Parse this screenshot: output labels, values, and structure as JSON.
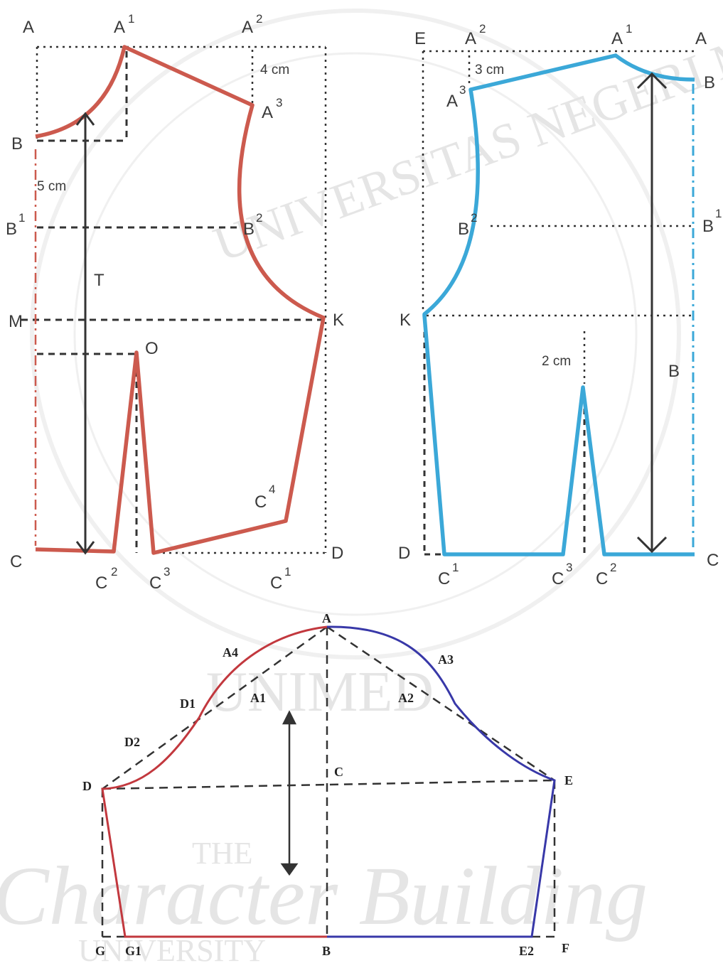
{
  "colors": {
    "front_outline": "#cc5a4e",
    "back_outline": "#3ba8d8",
    "sleeve_front": "#c2383e",
    "sleeve_back": "#3838a8",
    "guide": "#333333"
  },
  "front_bodice": {
    "labels": {
      "A": "A",
      "A1": "A",
      "A1_sup": "1",
      "A2": "A",
      "A2_sup": "2",
      "A3": "A",
      "A3_sup": "3",
      "B": "B",
      "B1": "B",
      "B1_sup": "1",
      "B2": "B",
      "B2_sup": "2",
      "M": "M",
      "K": "K",
      "O": "O",
      "T": "T",
      "C": "C",
      "C1": "C",
      "C1_sup": "1",
      "C2": "C",
      "C2_sup": "2",
      "C3": "C",
      "C3_sup": "3",
      "C4": "C",
      "C4_sup": "4",
      "D": "D"
    },
    "measure_4cm": "4 cm",
    "measure_5cm": "5 cm"
  },
  "back_bodice": {
    "labels": {
      "E": "E",
      "A2": "A",
      "A2_sup": "2",
      "A1": "A",
      "A1_sup": "1",
      "A": "A",
      "A3": "A",
      "A3_sup": "3",
      "B": "B",
      "B2": "B",
      "B2_sup": "2",
      "B1": "B",
      "B1_sup": "1",
      "K": "K",
      "B_mid": "B",
      "D": "D",
      "C1": "C",
      "C1_sup": "1",
      "C3": "C",
      "C3_sup": "3",
      "C2": "C",
      "C2_sup": "2",
      "C": "C"
    },
    "measure_3cm": "3 cm",
    "measure_2cm": "2 cm"
  },
  "sleeve": {
    "labels": {
      "A": "A",
      "A4": "A4",
      "A3": "A3",
      "A1": "A1",
      "A2": "A2",
      "D1": "D1",
      "D2": "D2",
      "D": "D",
      "C": "C",
      "E": "E",
      "G": "G",
      "G1": "G1",
      "B": "B",
      "E2": "E2",
      "F": "F"
    }
  },
  "watermark": {
    "ring_text": "UNIVERSITAS NEGERI MEDAN",
    "center_text": "UNIMED",
    "the": "THE",
    "script": "Character Building",
    "university": "UNIVERSITY"
  }
}
